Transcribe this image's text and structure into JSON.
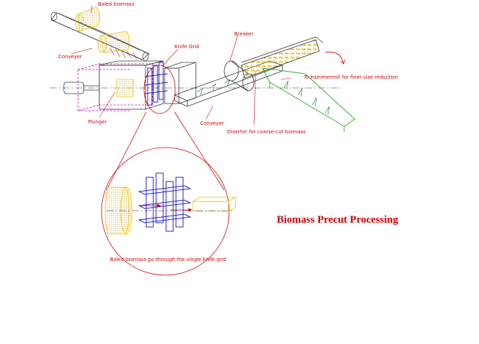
{
  "diagram": {
    "labels": {
      "baled_biomass": "Baled biomass",
      "conveyer_top": "Conveyer",
      "knife_grid": "Knife Grid",
      "breaker": "Breaker",
      "hammermill": "To hammermill for finer size reduction",
      "plunger": "Plunger",
      "conveyer_bottom": "Conveyer",
      "divertor": "Divertor for coarse-cut biomass",
      "grid_caption": "Baled biomass go through the single knife grid"
    },
    "title": "Biomass Precut Processing",
    "colors": {
      "label": "#cc0000",
      "bale": "#e8c800",
      "grid": "#2020cc",
      "frame": "#333333",
      "divertor": "#22aa22",
      "plunger": "#cc00cc",
      "circle": "#cc0000"
    }
  }
}
